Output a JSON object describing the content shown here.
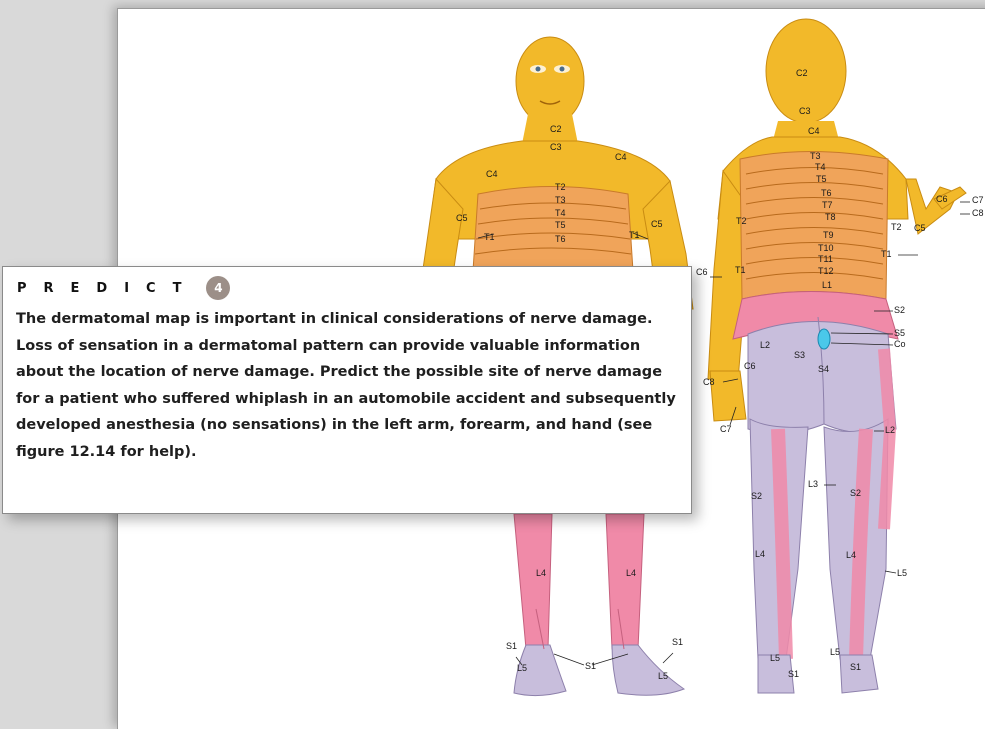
{
  "predict": {
    "title": "PREDICT",
    "number": "4",
    "text": "The dermatomal map is important in clinical considerations of nerve damage. Loss of sensation in a dermatomal pattern can provide valuable information about the location of nerve damage. Predict the possible site of nerve damage for a patient who suffered whiplash in an automobile accident and subsequently developed anesthesia (no sensations) in the left arm, forearm, and hand (see figure 12.14 for help)."
  },
  "anterior": {
    "labels": [
      "C2",
      "C3",
      "C4",
      "C4",
      "C5",
      "C5",
      "T1",
      "T1",
      "T2",
      "T3",
      "T4",
      "T5",
      "T6",
      "L4",
      "L4",
      "S1",
      "S1",
      "S1",
      "L5",
      "L5"
    ]
  },
  "posterior": {
    "labels": [
      "C2",
      "C3",
      "C4",
      "T3",
      "T4",
      "T5",
      "T6",
      "T7",
      "T8",
      "T9",
      "T10",
      "T11",
      "T12",
      "L1",
      "T2",
      "T2",
      "C5",
      "C6",
      "C7",
      "C8",
      "T1",
      "C6",
      "T1",
      "S2",
      "S5",
      "Co",
      "L2",
      "S3",
      "S4",
      "C6",
      "C8",
      "C7",
      "L2",
      "L3",
      "S2",
      "S2",
      "L4",
      "L4",
      "L5",
      "L5",
      "L5",
      "S1",
      "S1"
    ]
  },
  "colors": {
    "cervical": "#f2b92a",
    "thoracic": "#f0a45a",
    "lumbar": "#f08aa8",
    "sacral": "#c8bedc",
    "predict_badge": "#9c8f88"
  }
}
